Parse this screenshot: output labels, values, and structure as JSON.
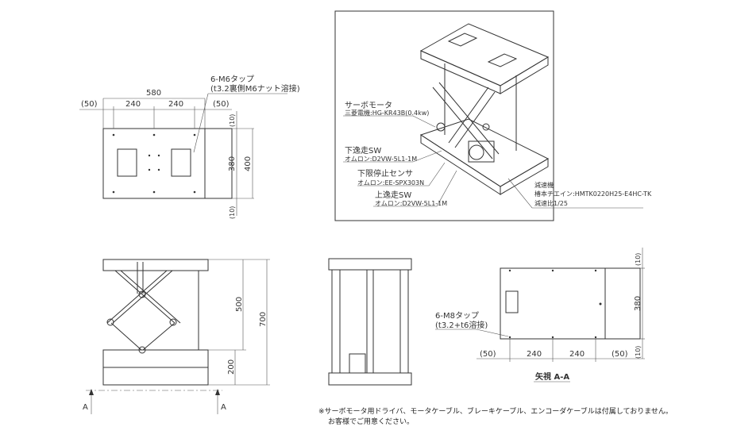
{
  "top_view": {
    "dims": {
      "overall": "580",
      "left_margin": "(50)",
      "pitch_1": "240",
      "pitch_2": "240",
      "right_margin": "(50)",
      "top_margin": "(10)",
      "inner_depth": "380",
      "depth": "400",
      "bottom_margin": "(10)"
    },
    "tap_label": "6-M6タップ",
    "tap_note": "(t3.2裏側M6ナット溶接)"
  },
  "iso_view": {
    "callouts": [
      {
        "title": "サーボモータ",
        "detail": "三菱電機:HG-KR43B(0.4kw)"
      },
      {
        "title": "下逸走SW",
        "detail": "オムロン:D2VW-5L1-1M"
      },
      {
        "title": "下限停止センサ",
        "detail": "オムロン:EE-SPX303N"
      },
      {
        "title": "上逸走SW",
        "detail": "オムロン:D2VW-5L1-1M"
      }
    ],
    "reducer": {
      "title": "減速機",
      "detail": "椿本チエイン:HMTK0220H25-E4HC-TK",
      "ratio": "減速比1/25"
    }
  },
  "front_view": {
    "dims": {
      "stroke": "500",
      "max_height": "700",
      "min_height": "200"
    },
    "section_marks": [
      "A",
      "A"
    ]
  },
  "view_aa": {
    "title": "矢視 A-A",
    "tap_label": "6-M8タップ",
    "tap_note": "(t3.2+t6溶接)",
    "dims": {
      "top_margin": "(10)",
      "depth": "380",
      "bottom_margin": "(10)",
      "left_margin": "(50)",
      "pitch_1": "240",
      "pitch_2": "240",
      "right_margin": "(50)"
    }
  },
  "footnote": {
    "line1": "※サーボモータ用ドライバ、モータケーブル、ブレーキケーブル、エンコーダケーブルは付属しておりません。",
    "line2": "お客様でご用意ください。"
  }
}
